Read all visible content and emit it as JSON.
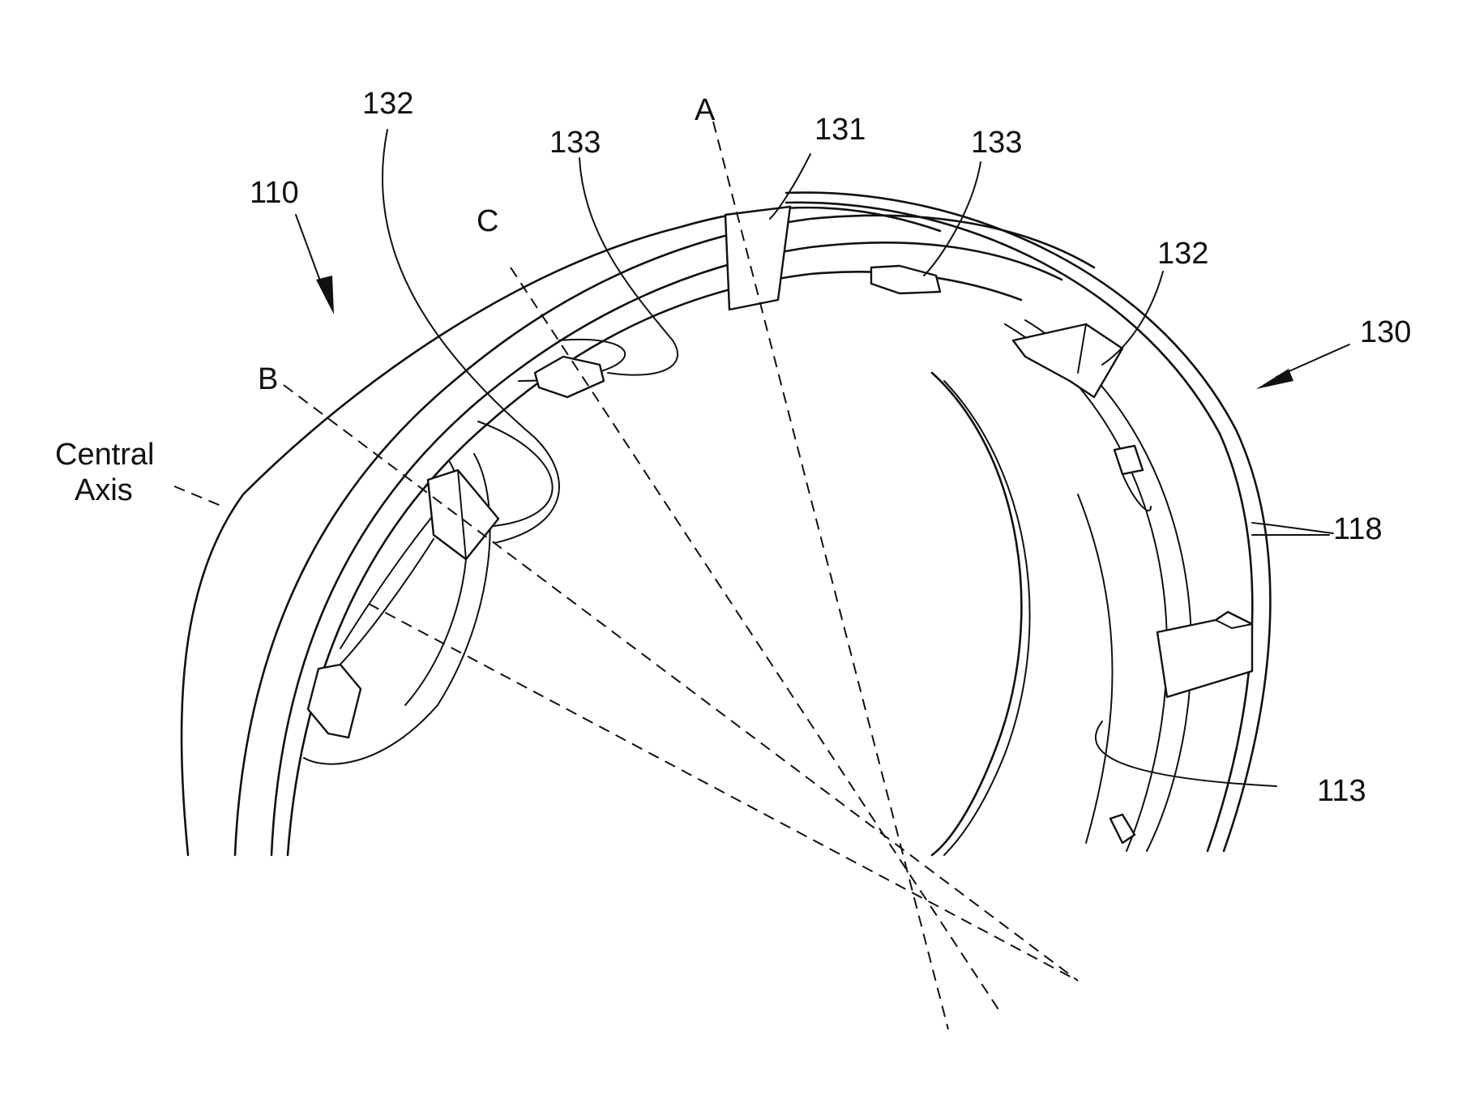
{
  "labels": {
    "l110": "110",
    "l132_left": "132",
    "l133_left": "133",
    "lA": "A",
    "l131": "131",
    "l133_right": "133",
    "l132_right": "132",
    "l130": "130",
    "lC": "C",
    "lB": "B",
    "central_1": "Central",
    "central_2": "Axis",
    "l118": "118",
    "l113": "113"
  }
}
